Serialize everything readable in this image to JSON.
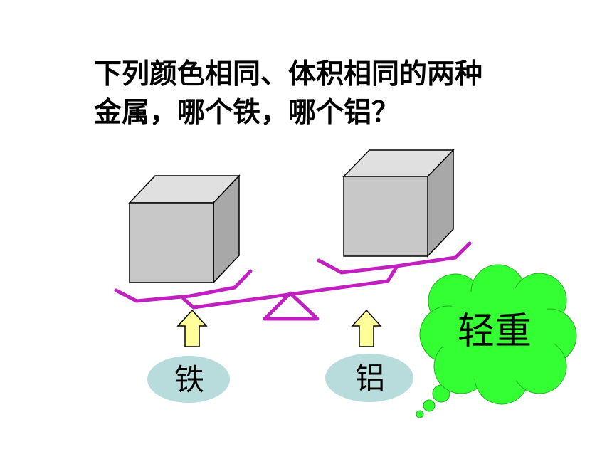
{
  "question": {
    "line1": "下列颜色相同、体积相同的两种",
    "line2": "金属，哪个铁，哪个铝？"
  },
  "labels": {
    "iron": "铁",
    "aluminum": "铝"
  },
  "thought_bubble": {
    "text": "轻重"
  },
  "colors": {
    "cube_front": "#c8c8c8",
    "cube_top": "#e0e0e0",
    "cube_side": "#a8a8a8",
    "balance_beam": "#c020c0",
    "arrow_fill": "#ffff99",
    "label_oval": "#b8dcdc",
    "thought_bubble": "#33ff33"
  }
}
